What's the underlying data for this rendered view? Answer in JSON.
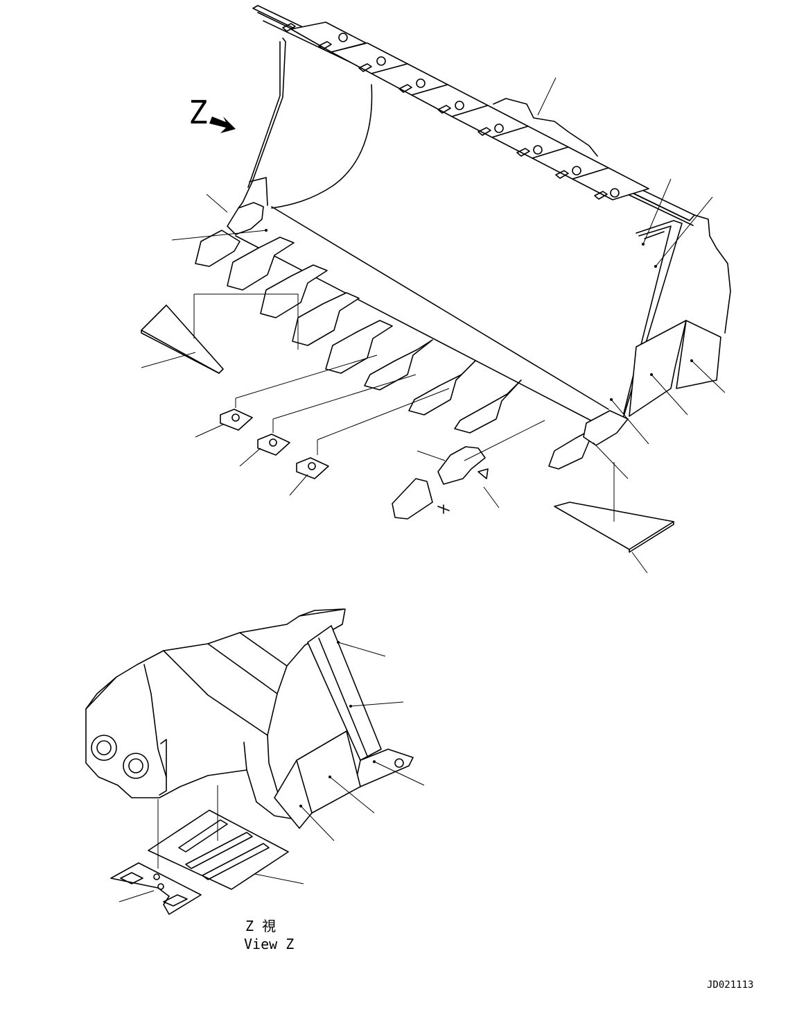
{
  "view_arrow_label": "Z",
  "view_caption_jp": "Z 視",
  "view_caption_en": "View Z",
  "drawing_id": "JD021113"
}
